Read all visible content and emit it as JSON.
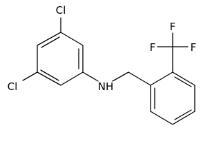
{
  "molecule": {
    "atoms": {
      "cl_top": "Cl",
      "cl_left": "Cl",
      "nh": "NH",
      "f_left": "F",
      "f_top": "F",
      "f_right": "F"
    },
    "colors": {
      "bond": "#000000",
      "label": "#000000",
      "background": "#ffffff"
    }
  }
}
